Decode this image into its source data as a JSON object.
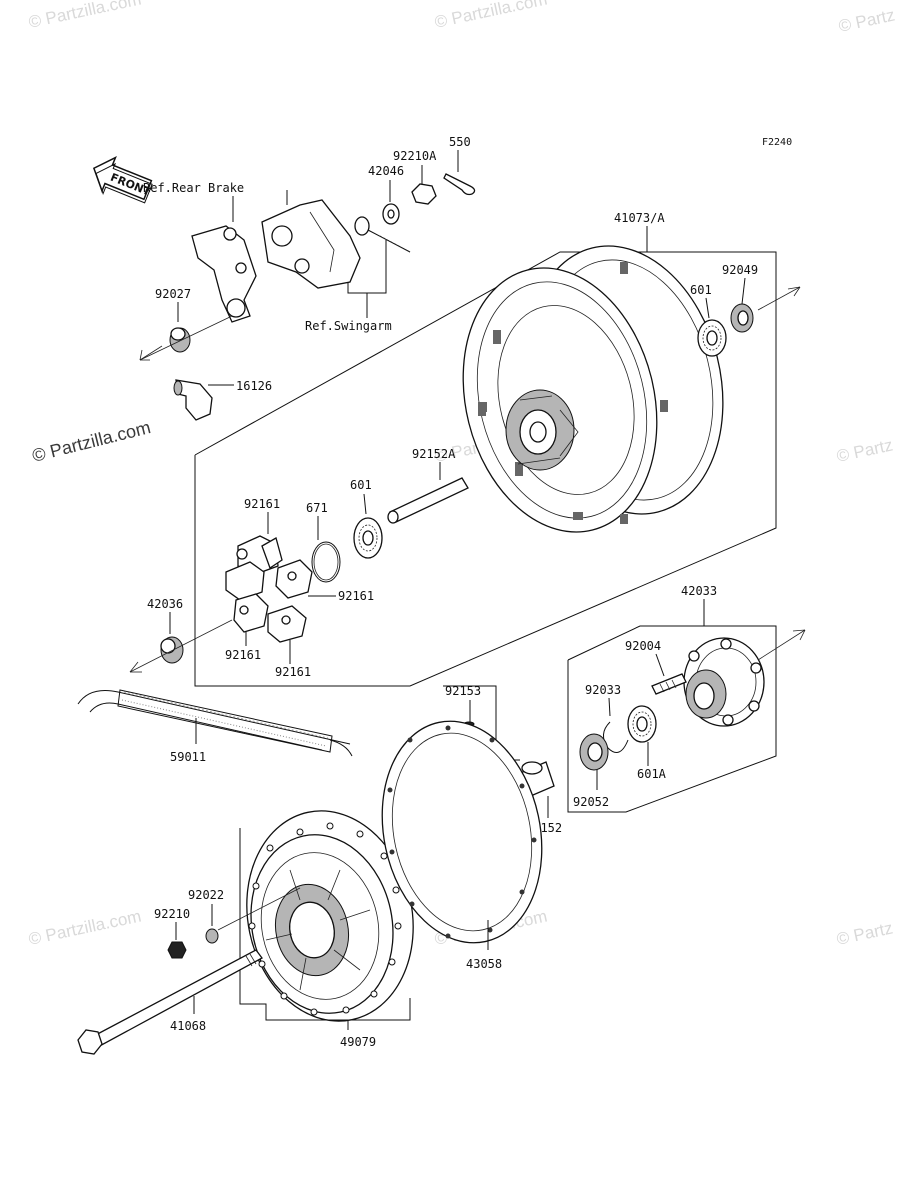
{
  "diagram_code": "F2240",
  "front_label": "FRONT",
  "watermarks": {
    "small": "© Partzilla.com",
    "small_cut": "© Partz",
    "main": "© Partzilla.com"
  },
  "refs": {
    "rear_brake": "Ref.Rear Brake",
    "swingarm": "Ref.Swingarm"
  },
  "parts": {
    "p550": "550",
    "p92210A": "92210A",
    "p42046": "42046",
    "p41073A": "41073/A",
    "p92049": "92049",
    "p601_hub": "601",
    "p92027": "92027",
    "p16126": "16126",
    "p92152A": "92152A",
    "p601_left": "601",
    "p671": "671",
    "p92161_top": "92161",
    "p92161_right": "92161",
    "p92161_bl": "92161",
    "p92161_bot": "92161",
    "p42036": "42036",
    "p42033": "42033",
    "p92004": "92004",
    "p92033": "92033",
    "p601A": "601A",
    "p92052": "92052",
    "p92153": "92153",
    "p59011": "59011",
    "p92152": "92152",
    "p43058": "43058",
    "p92022": "92022",
    "p92210": "92210",
    "p41068": "41068",
    "p49079": "49079"
  }
}
